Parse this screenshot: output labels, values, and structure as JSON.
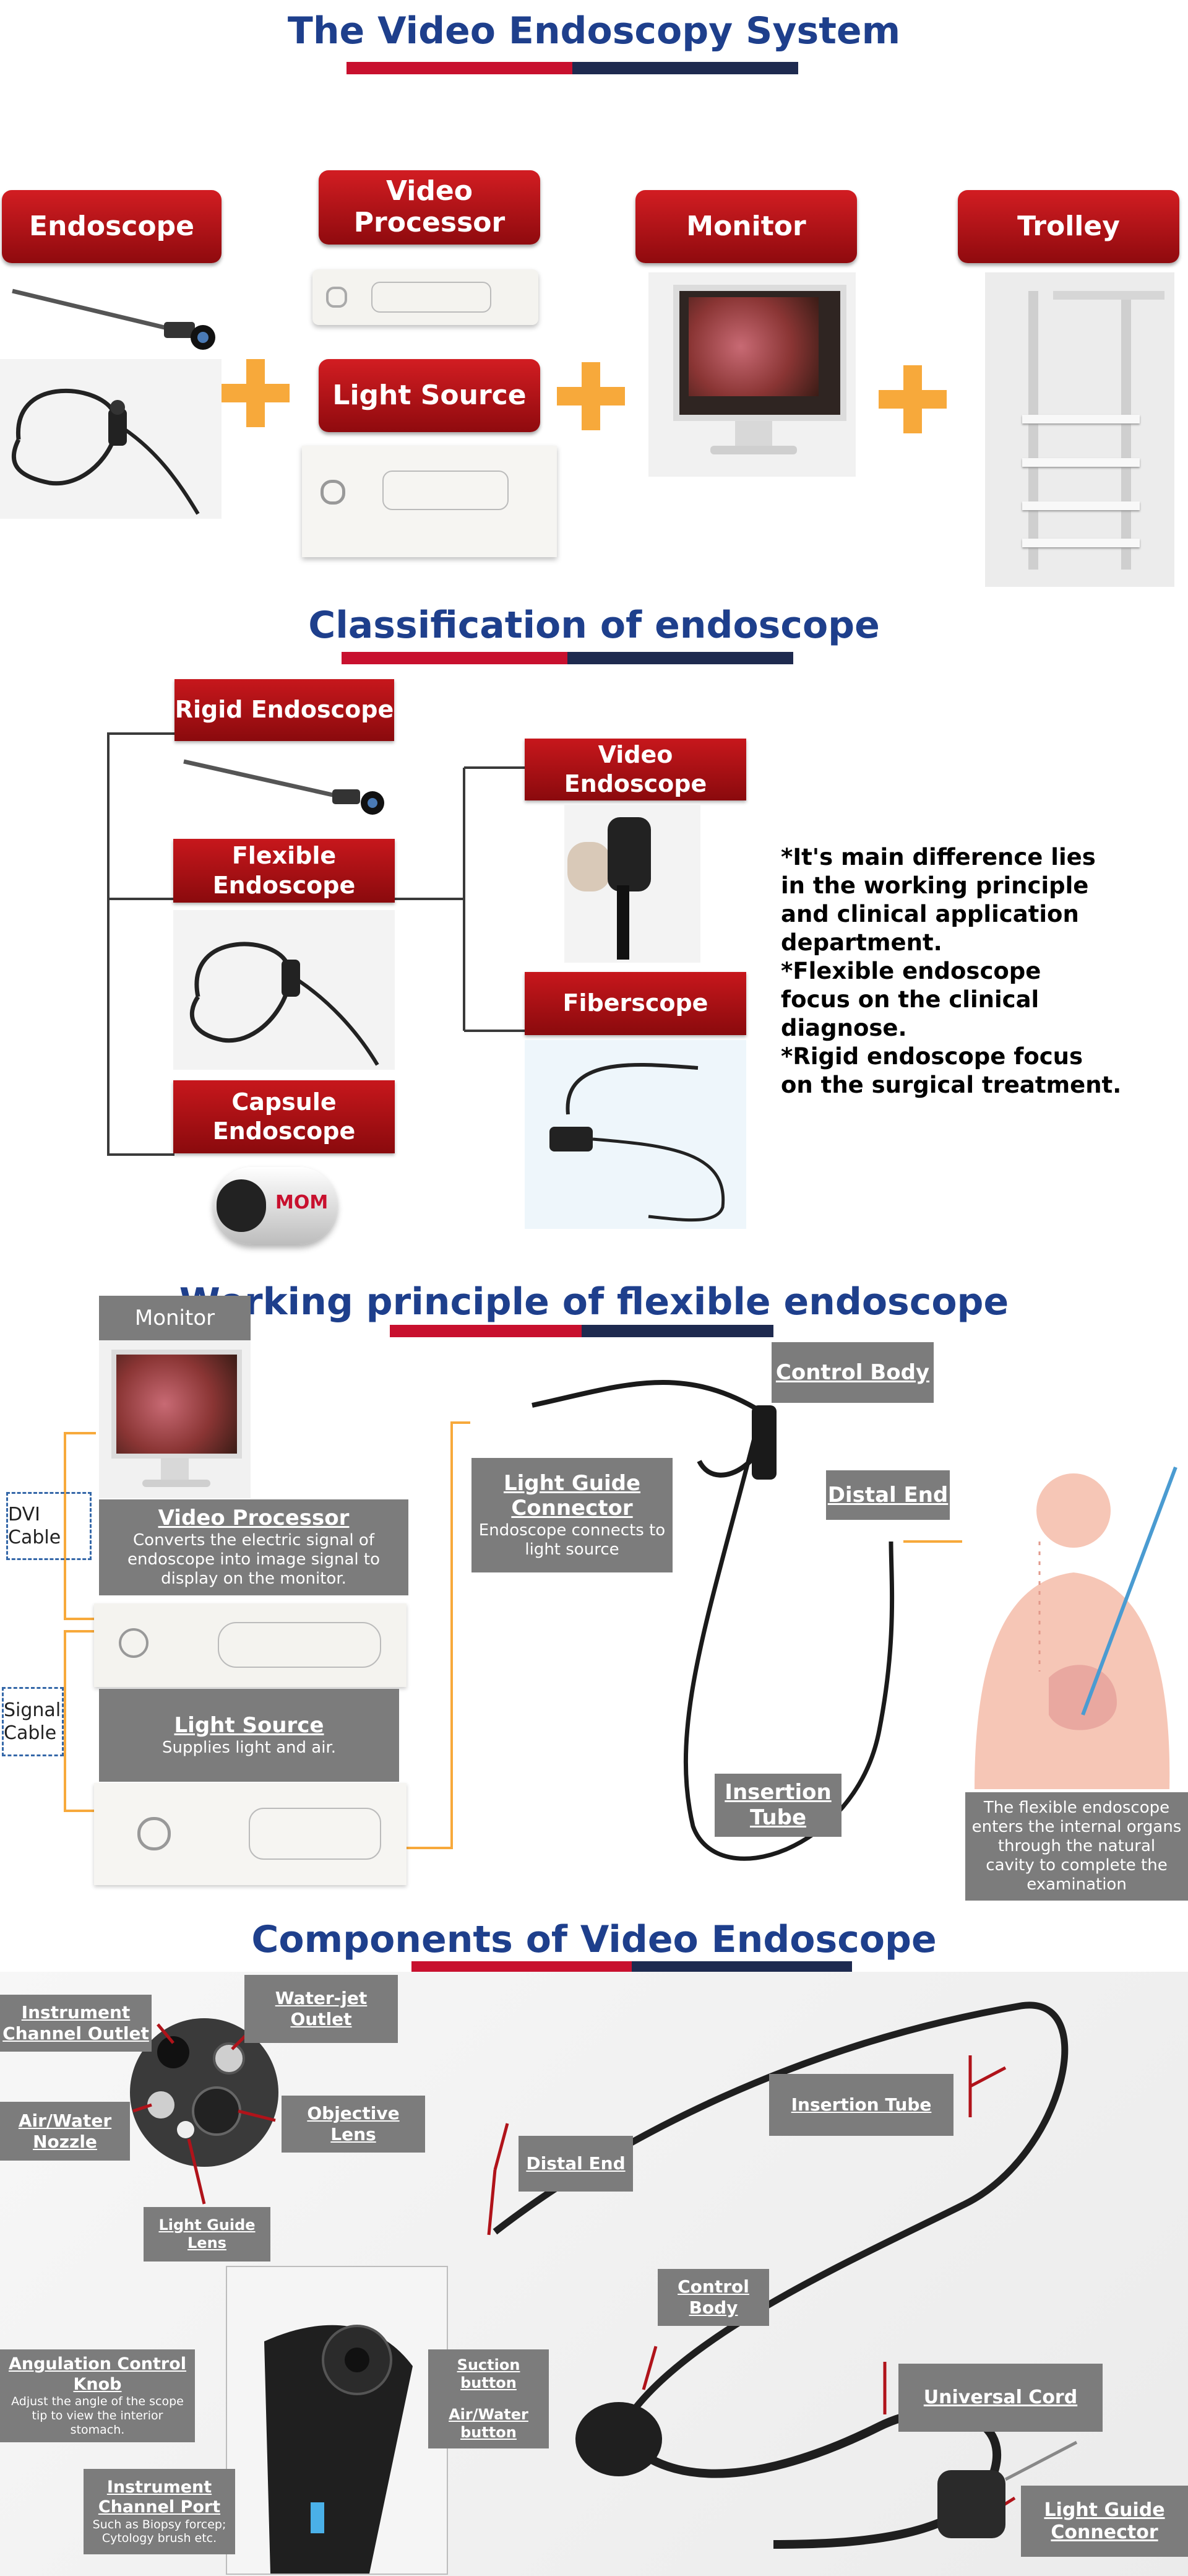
{
  "sec1": {
    "title": "The Video Endoscopy System",
    "endoscope": "Endoscope",
    "video_processor": "Video Processor",
    "light_source": "Light Source",
    "monitor": "Monitor",
    "trolley": "Trolley"
  },
  "sec2": {
    "title": "Classification of endoscope",
    "rigid": "Rigid Endoscope",
    "flexible": "Flexible Endoscope",
    "capsule": "Capsule Endoscope",
    "video": "Video Endoscope",
    "fiber": "Fiberscope",
    "note": [
      "*It's main difference lies",
      "in the working principle",
      "and clinical application",
      "department.",
      "*Flexible endoscope",
      "focus on the clinical",
      "diagnose.",
      "*Rigid endoscope focus",
      "on the surgical treatment."
    ]
  },
  "sec3": {
    "title": "Working principle of flexible endoscope",
    "monitor": "Monitor",
    "dvi": "DVI Cable",
    "signal": "Signal Cable",
    "vp_head": "Video Processor",
    "vp_desc": "Converts the electric signal of endoscope into image signal to display on the monitor.",
    "ls_head": "Light Source",
    "ls_desc": "Supplies light and air.",
    "lgc_head": "Light Guide Connector",
    "lgc_desc": "Endoscope connects to light source",
    "control": "Control Body",
    "distal": "Distal End",
    "insertion": "Insertion Tube",
    "caption": "The flexible endoscope enters the internal organs through the natural cavity to complete the examination",
    "capsule_brand": "MOM"
  },
  "sec4": {
    "title": "Components of Video Endoscope",
    "instrument_outlet": "Instrument Channel Outlet",
    "waterjet": "Water-jet Outlet",
    "airwater_nozzle": "Air/Water Nozzle",
    "objective": "Objective Lens",
    "lightguide_lens": "Light Guide Lens",
    "distal": "Distal End",
    "insertion": "Insertion Tube",
    "angulation_head": "Angulation Control Knob",
    "angulation_desc": "Adjust the angle of the scope tip to view the interior stomach.",
    "suction": "Suction button",
    "airwater_button": "Air/Water button",
    "port_head": "Instrument Channel Port",
    "port_desc": "Such as Biopsy forcep; Cytology brush etc.",
    "control": "Control Body",
    "universal": "Universal Cord",
    "lgc": "Light Guide Connector"
  },
  "colors": {
    "title_blue": "#1e3f8c",
    "red": "#c8102e",
    "navy": "#1e2a4f",
    "orange": "#f7a93b",
    "gray_box": "#7c7c7c"
  }
}
